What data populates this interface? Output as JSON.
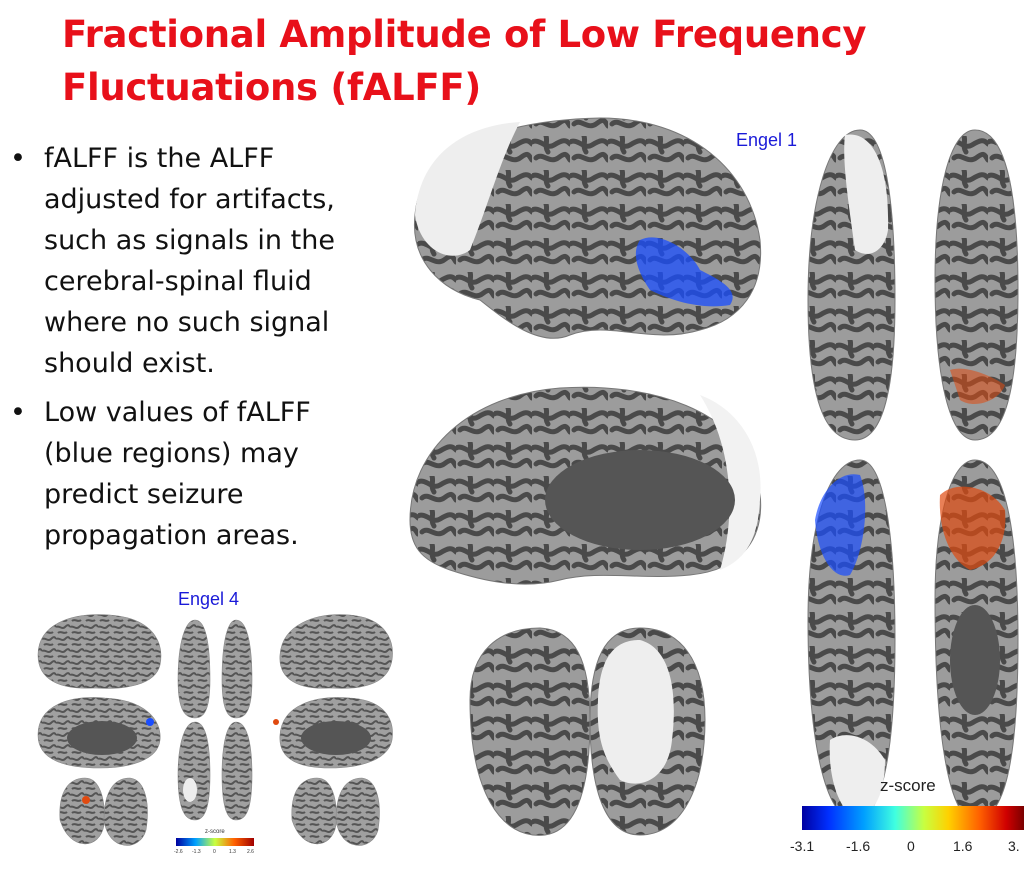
{
  "slide": {
    "title": "Fractional Amplitude of Low Frequency Fluctuations (fALFF)",
    "bullets": [
      "fALFF is the ALFF adjusted for artifacts, such as signals in the cerebral-spinal fluid where no such signal should exist.",
      "Low values of fALFF (blue regions) may predict seizure propagation areas."
    ],
    "bullet_glyph": "•",
    "label_engel1": "Engel 1",
    "label_engel4": "Engel 4",
    "colorbar": {
      "title": "z-score",
      "ticks": [
        "-3.1",
        "-1.6",
        "0",
        "1.6",
        "3."
      ]
    },
    "small_colorbar": {
      "title": "z-score",
      "ticks": [
        "-2.6",
        "-1.3",
        "0",
        "1.3",
        "2.6"
      ]
    },
    "colors": {
      "title": "#e8101a",
      "label": "#1a1ad8",
      "sulcus": "#4a4a4a",
      "gyrus": "#9c9c9c",
      "medial_wall": "#f2f2f2",
      "low_falff": "#1a4dff",
      "high_falff": "#e04a10"
    }
  }
}
